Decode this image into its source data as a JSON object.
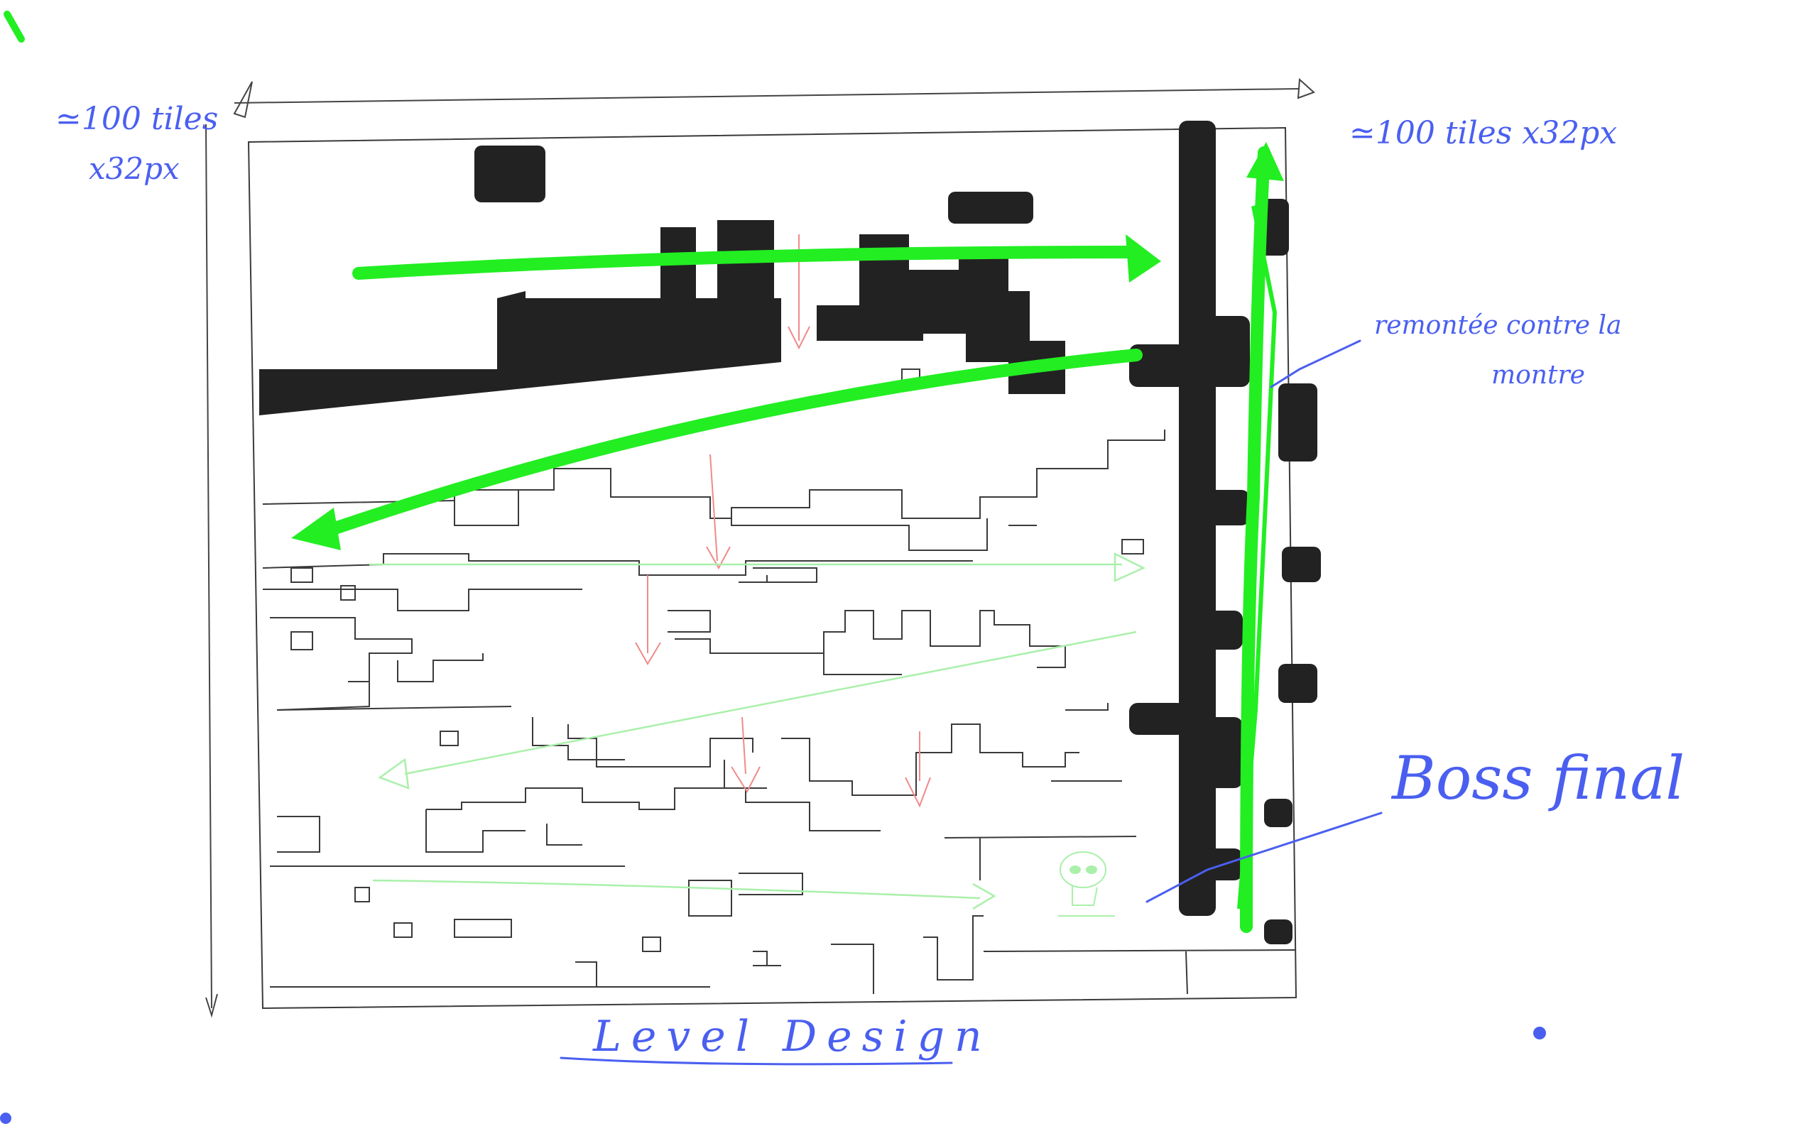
{
  "annotations": {
    "width_label_line1": "≃100 tiles",
    "width_label_line2": "x32px",
    "height_label": "≃100 tiles x32px",
    "climb_note_line1": "remontée contre la",
    "climb_note_line2": "montre",
    "boss_label": "Boss final",
    "title": "Level Design"
  },
  "colors": {
    "ink": "#222222",
    "pencil": "#3a3a3a",
    "path": "#22ee22",
    "path_light": "#aaf0aa",
    "fall": "#f08a8a",
    "annotation": "#4a5ff0"
  },
  "icons": {
    "boss": "alien-head-icon"
  }
}
